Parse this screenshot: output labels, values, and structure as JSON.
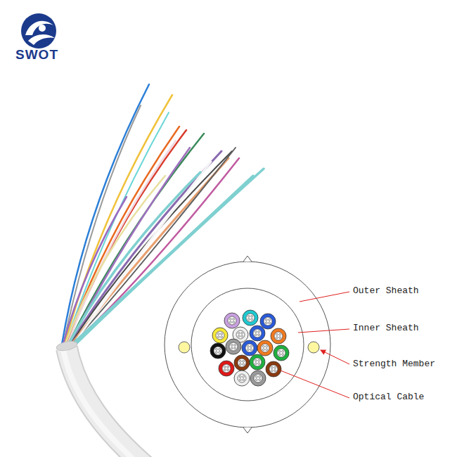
{
  "diagram": {
    "labels": [
      "SWOT",
      "Outer Sheath",
      "Inner Sheath",
      "Strength Member",
      "Optical Cable"
    ]
  }
}
